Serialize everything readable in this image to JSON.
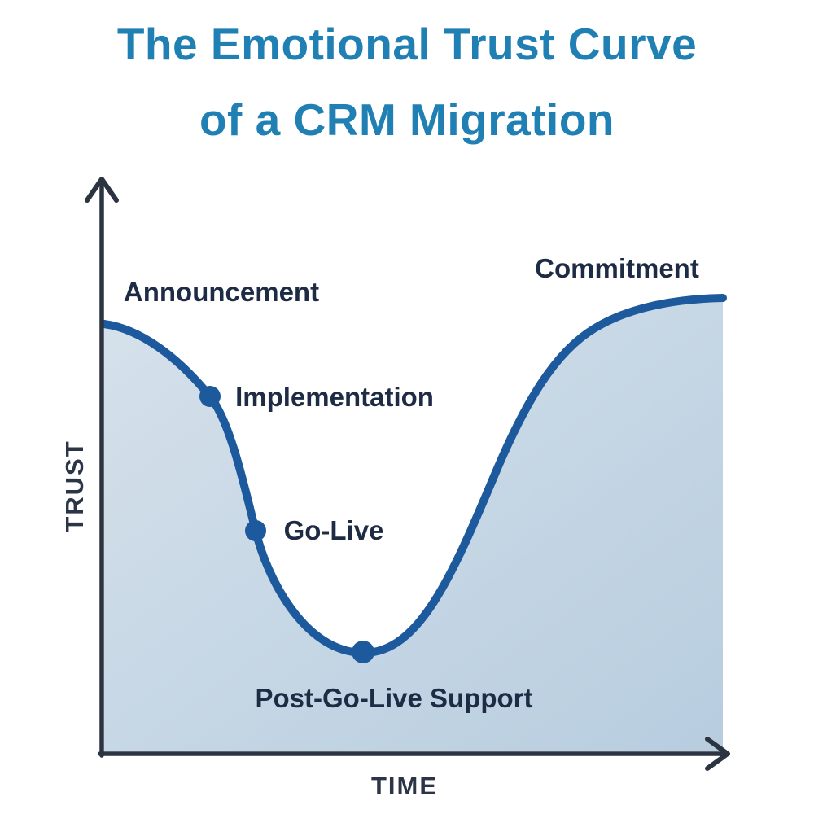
{
  "title": {
    "line1": "The Emotional Trust Curve",
    "line2": "of a CRM Migration"
  },
  "axes": {
    "y_label": "TRUST",
    "x_label": "TIME",
    "ticks_visible": false,
    "style": "arrow-ended, unlabeled qualitative axes"
  },
  "labels": {
    "announcement": "Announcement",
    "implementation": "Implementation",
    "golive": "Go-Live",
    "postgolive": "Post-Go-Live Support",
    "commitment": "Commitment"
  },
  "colors": {
    "title_text": "#2080b4",
    "stage_label_text": "#1e2b45",
    "axis_line": "#2b3440",
    "curve_stroke": "#1d5a9d",
    "marker_fill": "#1d5a9d",
    "area_fill_top": "#d6e1eb",
    "area_fill_bottom": "#b7cddf",
    "background": "#ffffff"
  },
  "chart_data": {
    "type": "area",
    "title": "The Emotional Trust Curve of a CRM Migration",
    "xlabel": "TIME",
    "ylabel": "TRUST",
    "x_range_norm": [
      0,
      100
    ],
    "trust_range_norm": [
      0,
      100
    ],
    "grid": false,
    "legend": false,
    "description": "Single smooth trust-over-time curve: starts high at Announcement, dips through Implementation and Go-Live to a trough at Post-Go-Live Support, then recovers and plateaus slightly higher at Commitment.",
    "series": [
      {
        "name": "Trust",
        "points": [
          {
            "x": 0,
            "trust": 74,
            "stage": "Announcement",
            "marker": false
          },
          {
            "x": 8,
            "trust": 72,
            "stage": null,
            "marker": false
          },
          {
            "x": 17,
            "trust": 62,
            "stage": "Implementation",
            "marker": true
          },
          {
            "x": 25,
            "trust": 39,
            "stage": "Go-Live",
            "marker": true
          },
          {
            "x": 42,
            "trust": 17,
            "stage": "Post-Go-Live Support",
            "marker": true
          },
          {
            "x": 63,
            "trust": 48,
            "stage": null,
            "marker": false
          },
          {
            "x": 79,
            "trust": 74,
            "stage": null,
            "marker": false
          },
          {
            "x": 100,
            "trust": 79,
            "stage": "Commitment",
            "marker": false
          }
        ]
      }
    ],
    "annotations": [
      {
        "text": "Announcement",
        "anchor_x": 19,
        "anchor_trust": 80,
        "has_marker": false
      },
      {
        "text": "Implementation",
        "anchor_x": 37,
        "anchor_trust": 62,
        "has_marker": true
      },
      {
        "text": "Go-Live",
        "anchor_x": 37,
        "anchor_trust": 39,
        "has_marker": true
      },
      {
        "text": "Post-Go-Live Support",
        "anchor_x": 47,
        "anchor_trust": 10,
        "has_marker": true
      },
      {
        "text": "Commitment",
        "anchor_x": 83,
        "anchor_trust": 84,
        "has_marker": false
      }
    ]
  }
}
